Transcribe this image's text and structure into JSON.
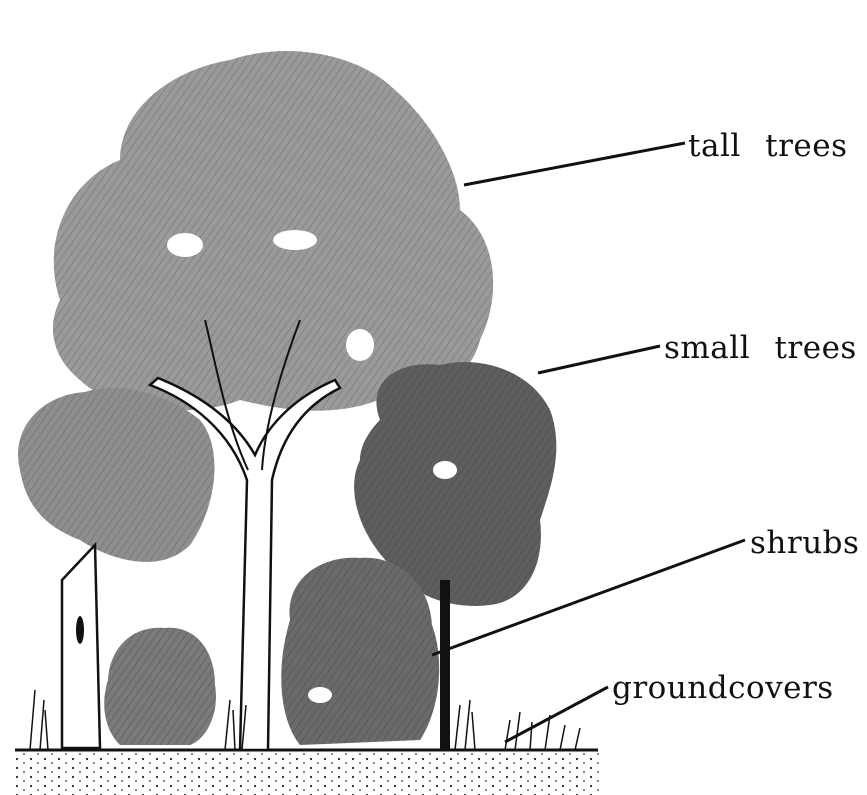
{
  "labels": {
    "tall_trees": "tall trees",
    "small_trees": "small trees",
    "shrubs": "shrubs",
    "groundcovers": "groundcovers"
  },
  "colors": {
    "ink": "#111111",
    "canopy_light": "#8f8f8f",
    "canopy_dark": "#5a5a5a",
    "background": "#ffffff"
  }
}
